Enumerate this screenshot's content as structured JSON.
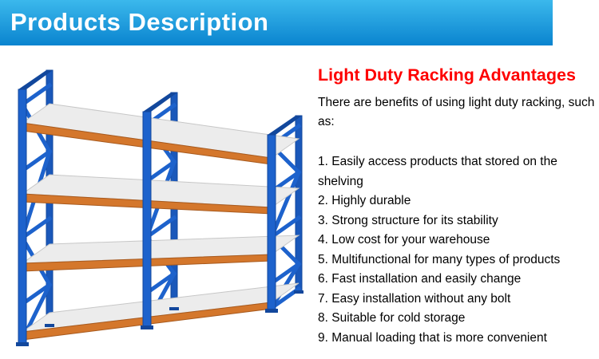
{
  "theme": {
    "banner-top": "#3bb8ec",
    "banner-bottom": "#0a84cf",
    "banner-text": "#ffffff",
    "heading-red": "#fe0000",
    "frame-blue": "#1d62cc",
    "frame-blue-dark": "#12479c",
    "beam-orange": "#d4772c",
    "beam-orange-dark": "#a85a1e",
    "shelf-gray": "#ececec",
    "shelf-edge": "#c7c7c7"
  },
  "banner": {
    "title": "Products Description"
  },
  "illustration": {
    "alt": "Light duty racking shelving unit with blue frames, orange beams and four gray shelf levels"
  },
  "content": {
    "heading": "Light Duty Racking Advantages",
    "intro": "There are benefits of using light duty racking, such as:",
    "benefits": [
      "1. Easily access products that stored on the shelving",
      "2. Highly durable",
      "3. Strong structure for its stability",
      "4. Low cost for your warehouse",
      "5. Multifunctional for many types of products",
      "6. Fast installation and easily change",
      "7. Easy installation without any bolt",
      "8. Suitable for cold storage",
      "9. Manual loading that is more convenient"
    ]
  }
}
